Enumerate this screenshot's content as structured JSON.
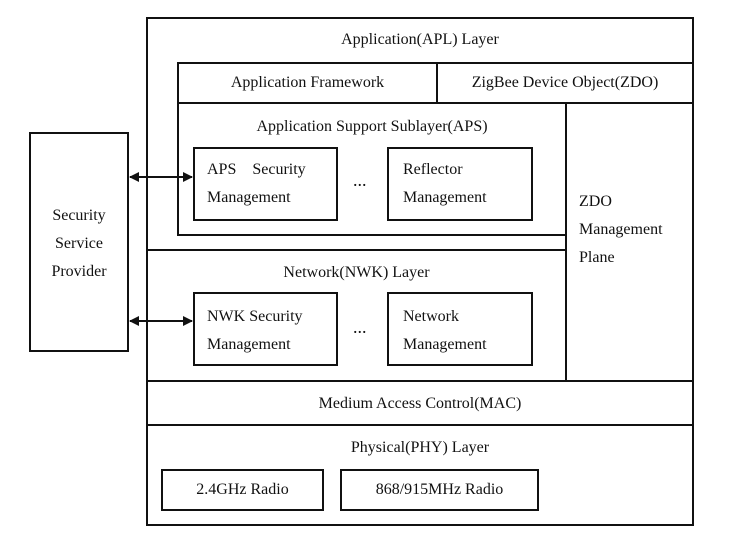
{
  "security_service_provider": "Security\nService\nProvider",
  "apl_layer": "Application(APL) Layer",
  "app_framework": "Application Framework",
  "zdo": "ZigBee Device Object(ZDO)",
  "aps_sublayer": "Application Support Sublayer(APS)",
  "aps_security_mgmt_line1": "APS    Security",
  "aps_security_mgmt_line2": "Management",
  "aps_ellipsis": "...",
  "reflector_mgmt": "Reflector\nManagement",
  "zdo_mgmt_plane": "ZDO\nManagement\nPlane",
  "nwk_layer": "Network(NWK) Layer",
  "nwk_security_mgmt": "NWK Security\nManagement",
  "nwk_ellipsis": "...",
  "network_mgmt": "Network\nManagement",
  "mac_layer": "Medium Access Control(MAC)",
  "phy_layer": "Physical(PHY) Layer",
  "radio_24": "2.4GHz Radio",
  "radio_868": "868/915MHz Radio"
}
